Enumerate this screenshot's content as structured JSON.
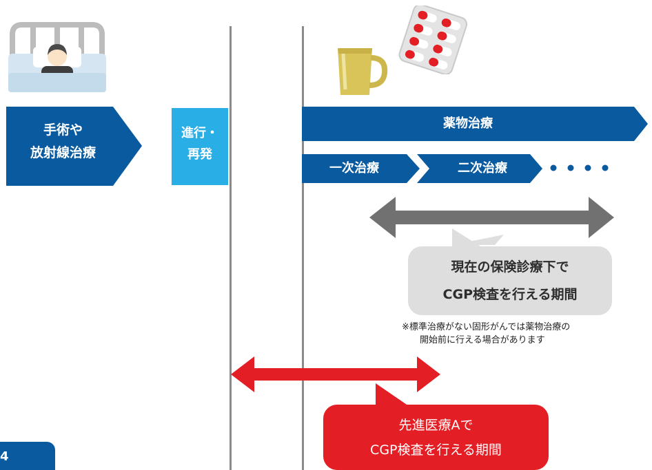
{
  "colors": {
    "blue_dark": "#0a5aa0",
    "blue_light": "#29aee6",
    "gray_arrow": "#717171",
    "gray_box": "#dedede",
    "red": "#e31e24",
    "rule": "#8a8a8a"
  },
  "icons": [
    "hospital-bed-icon",
    "mug-icon",
    "pill-blister-icon"
  ],
  "stages": {
    "surgery": [
      "手術や",
      "放射線治療"
    ],
    "progression": [
      "進行・",
      "再発"
    ],
    "drug_therapy": "薬物治療",
    "first_line": "一次治療",
    "second_line": "二次治療"
  },
  "callouts": {
    "insurance_period": [
      "現在の保険診療下で",
      "CGP検査を行える期間"
    ],
    "note": [
      "※標準治療がない固形がんでは薬物治療の",
      "開始前に行える場合があります"
    ],
    "advanced_period": [
      "先進医療Aで",
      "CGP検査を行える期間"
    ]
  },
  "page_number": "4"
}
